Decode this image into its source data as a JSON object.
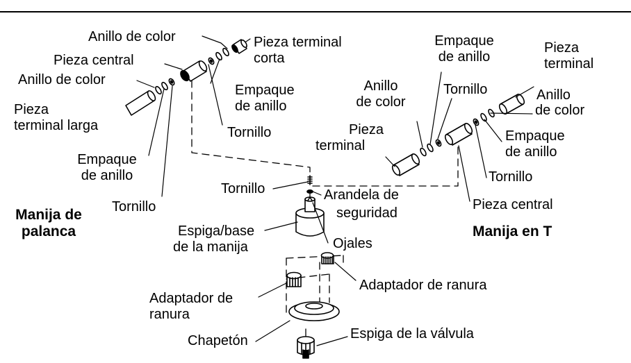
{
  "lever_parts": {
    "color_ring_top": "Anillo de color",
    "end_piece_short": "Pieza terminal",
    "end_piece_short_2": "corta",
    "center_piece": "Pieza central",
    "color_ring_left": "Anillo de color",
    "end_piece_long": "Pieza",
    "end_piece_long_2": "terminal larga",
    "o_ring_right": "Empaque",
    "o_ring_right_2": "de anillo",
    "o_ring_bottom": "Empaque",
    "o_ring_bottom_2": "de anillo",
    "screw_mid": "Tornillo",
    "screw_low": "Tornillo",
    "handle_title": "Manija de",
    "handle_title_2": "palanca"
  },
  "t_parts": {
    "o_ring_top": "Empaque",
    "o_ring_top_2": "de anillo",
    "end_piece_right": "Pieza",
    "end_piece_right_2": "terminal",
    "color_ring_left": "Anillo",
    "color_ring_left_2": "de color",
    "screw_top": "Tornillo",
    "color_ring_right": "Anillo",
    "color_ring_right_2": "de color",
    "end_piece_left": "Pieza",
    "end_piece_left_2": "terminal",
    "o_ring_right": "Empaque",
    "o_ring_right_2": "de anillo",
    "screw_bottom": "Tornillo",
    "center_piece": "Pieza central",
    "handle_title": "Manija en T"
  },
  "base_parts": {
    "screw": "Tornillo",
    "lock_washer": "Arandela de",
    "lock_washer_2": "seguridad",
    "stem_base": "Espiga/base",
    "stem_base_2": "de la manija",
    "grommets": "Ojales",
    "adapter_right": "Adaptador de ranura",
    "adapter_left": "Adaptador de",
    "adapter_left_2": "ranura",
    "escutcheon": "Chapetón",
    "valve_stem": "Espiga de la válvula"
  }
}
